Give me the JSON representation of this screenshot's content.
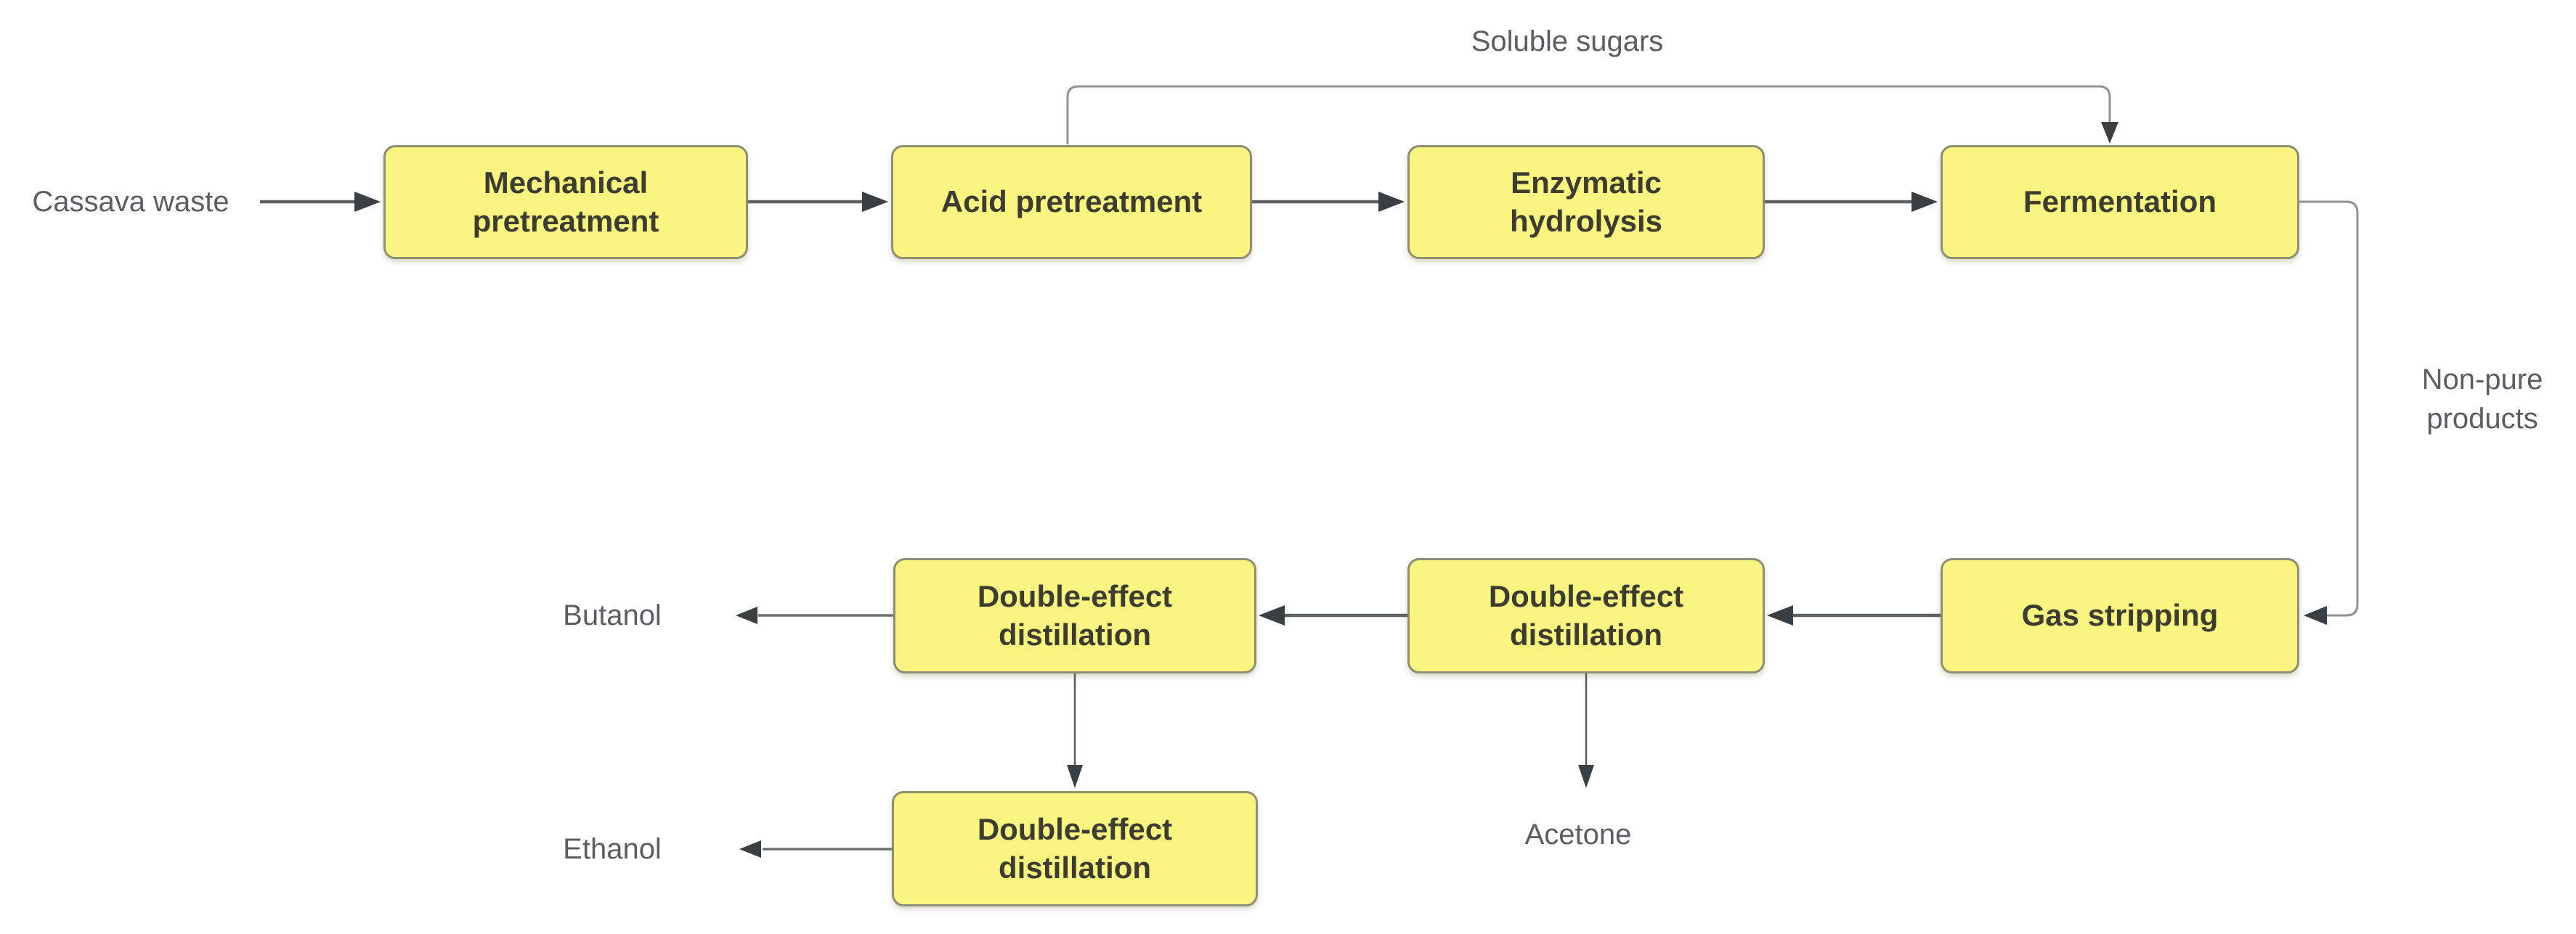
{
  "diagram": {
    "colors": {
      "background": "#ffffff",
      "node_fill": "#FAF480",
      "node_border": "#8E8E72",
      "node_text": "#3C3C30",
      "annotation_text": "#5A5E64",
      "connector": "#5E6265",
      "connector_light": "#909295",
      "arrowhead": "#3A3F44"
    },
    "nodes": [
      {
        "id": "mechanical-pretreatment",
        "label": "Mechanical pretreatment"
      },
      {
        "id": "acid-pretreatment",
        "label": "Acid pretreatment"
      },
      {
        "id": "enzymatic-hydrolysis",
        "label": "Enzymatic hydrolysis"
      },
      {
        "id": "fermentation",
        "label": "Fermentation"
      },
      {
        "id": "gas-stripping",
        "label": "Gas stripping"
      },
      {
        "id": "double-effect-distillation-1",
        "label": "Double-effect distillation"
      },
      {
        "id": "double-effect-distillation-2",
        "label": "Double-effect distillation"
      },
      {
        "id": "double-effect-distillation-3",
        "label": "Double-effect distillation"
      }
    ],
    "annotations": {
      "cassava_waste": "Cassava waste",
      "soluble_sugars": "Soluble sugars",
      "non_pure_products": "Non-pure products",
      "butanol": "Butanol",
      "acetone": "Acetone",
      "ethanol": "Ethanol"
    },
    "edges": [
      {
        "from": "cassava-waste-input",
        "to": "mechanical-pretreatment"
      },
      {
        "from": "mechanical-pretreatment",
        "to": "acid-pretreatment"
      },
      {
        "from": "acid-pretreatment",
        "to": "enzymatic-hydrolysis"
      },
      {
        "from": "enzymatic-hydrolysis",
        "to": "fermentation"
      },
      {
        "from": "acid-pretreatment",
        "to": "fermentation",
        "label": "Soluble sugars"
      },
      {
        "from": "fermentation",
        "to": "gas-stripping",
        "label": "Non-pure products"
      },
      {
        "from": "gas-stripping",
        "to": "double-effect-distillation-2"
      },
      {
        "from": "double-effect-distillation-2",
        "to": "double-effect-distillation-1"
      },
      {
        "from": "double-effect-distillation-1",
        "to": "butanol-output"
      },
      {
        "from": "double-effect-distillation-2",
        "to": "acetone-output"
      },
      {
        "from": "double-effect-distillation-1",
        "to": "double-effect-distillation-3"
      },
      {
        "from": "double-effect-distillation-3",
        "to": "ethanol-output"
      }
    ]
  }
}
